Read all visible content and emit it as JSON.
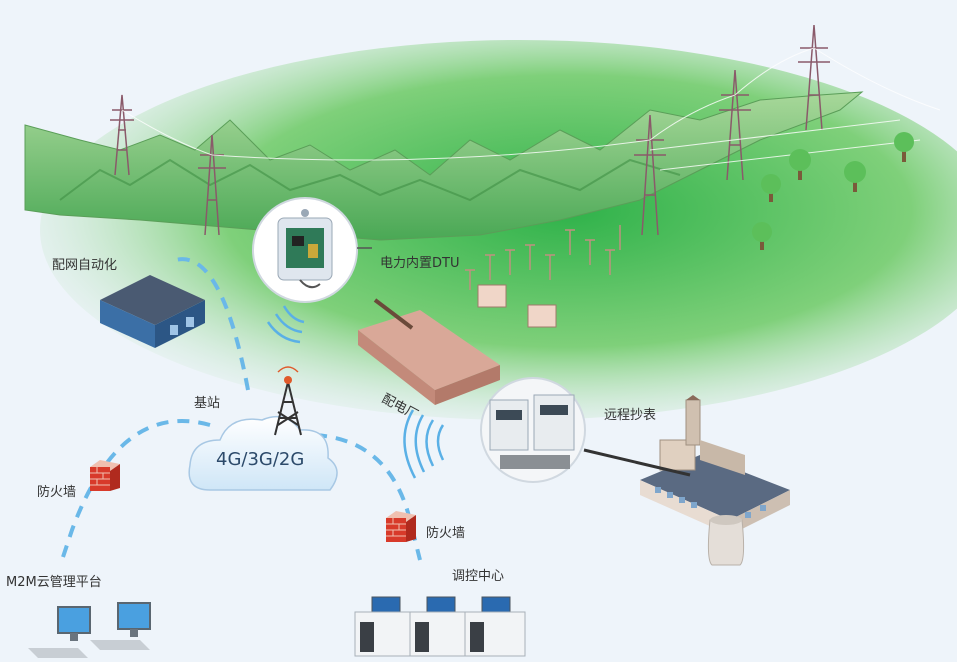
{
  "labels": {
    "distribution_automation": "配网自动化",
    "dtu": "电力内置DTU",
    "base_station": "基站",
    "network": "4G/3G/2G",
    "power_plant": "配电厂",
    "remote_meter": "远程抄表",
    "firewall_left": "防火墙",
    "firewall_right": "防火墙",
    "m2m_platform": "M2M云管理平台",
    "control_center": "调控中心"
  },
  "colors": {
    "background": "#eef4fa",
    "mountain_dark": "#6fb36a",
    "mountain_light": "#8ccf7e",
    "ground_green": "#4fbf4f",
    "signal_wave": "#5ab0e6",
    "dashed_link": "#6ab8e8",
    "firewall_red": "#d83a2a",
    "building_blue": "#3b6fa6"
  },
  "icons": [
    "transmission-tower-icon",
    "tree-icon",
    "dtu-device-icon",
    "signal-tower-icon",
    "firewall-icon",
    "computer-icon",
    "server-icon",
    "factory-icon",
    "warehouse-icon",
    "meter-icon"
  ]
}
